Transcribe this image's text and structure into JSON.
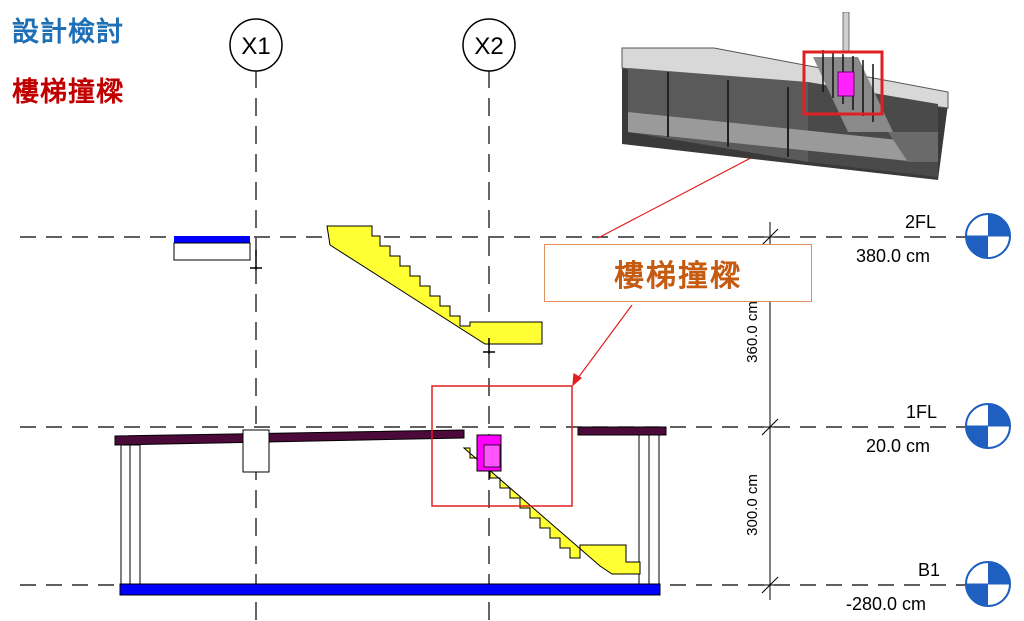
{
  "titles": {
    "line1": "設計檢討",
    "line2": "樓梯撞樑"
  },
  "callout": {
    "label": "樓梯撞樑"
  },
  "grids": [
    {
      "name": "X1"
    },
    {
      "name": "X2"
    }
  ],
  "levels": [
    {
      "name": "2FL",
      "elevation": "380.0 cm"
    },
    {
      "name": "1FL",
      "elevation": "20.0 cm"
    },
    {
      "name": "B1",
      "elevation": "-280.0 cm"
    }
  ],
  "dimensions": {
    "upper": "360.0 cm",
    "lower": "300.0 cm"
  },
  "colors": {
    "title_blue": "#1f6fb5",
    "title_red": "#c00000",
    "callout_text": "#c55a11",
    "stair_fill": "#ffff33",
    "clash_magenta": "#ff00ff",
    "slab_blue": "#0000ff",
    "beam_purple": "#4b0a3a",
    "highlight_red": "#e02020"
  }
}
